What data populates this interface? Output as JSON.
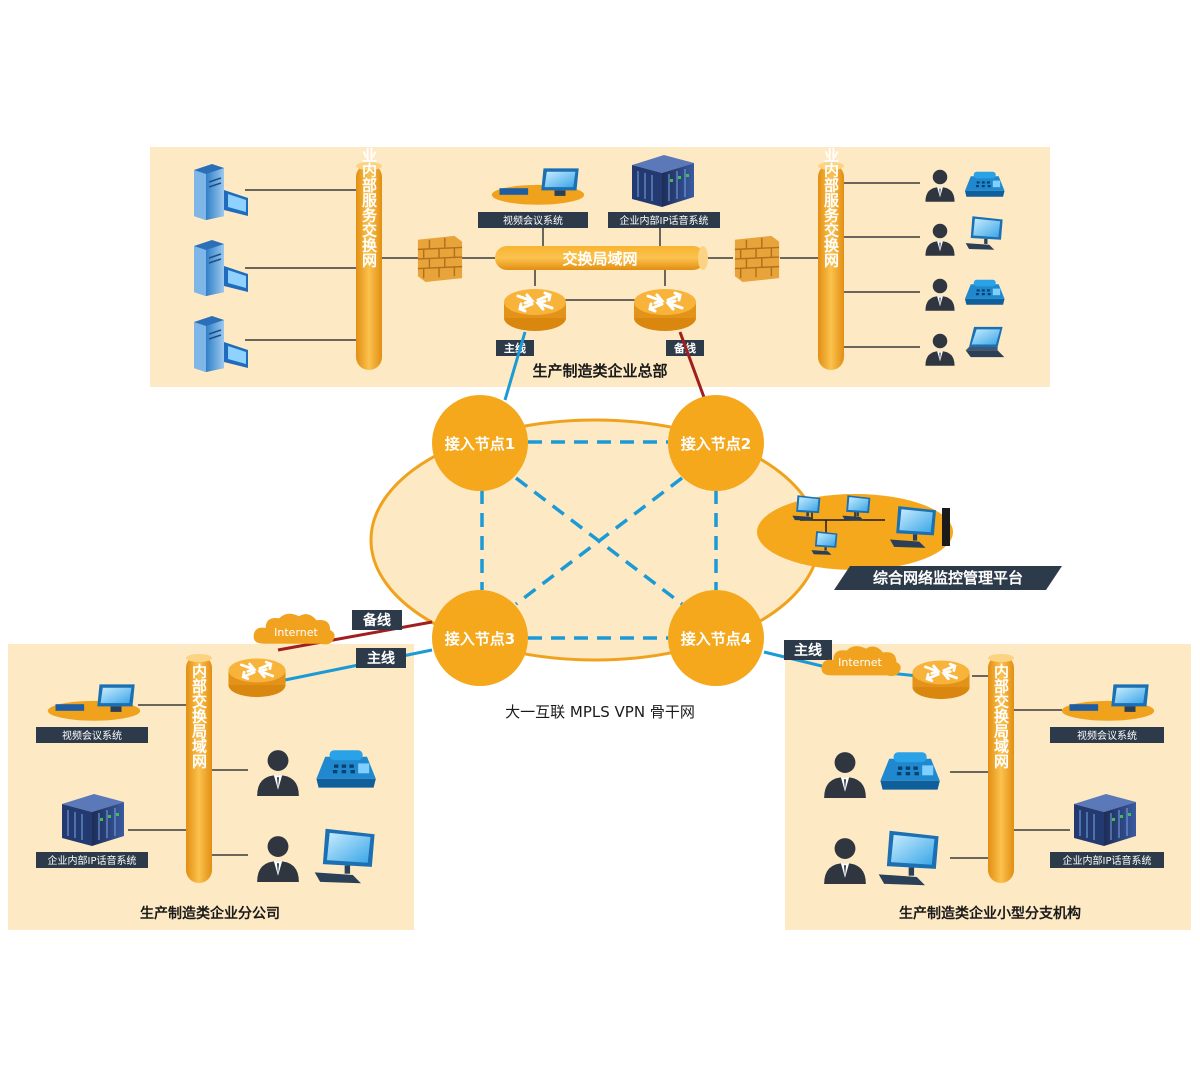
{
  "hq": {
    "title": "生产制造类企业总部",
    "left_bus": "企业内部服务交换网",
    "right_bus": "企业内部服务交换网",
    "lan": "交换局域网",
    "video_conf": "视频会议系统",
    "ip_voice": "企业内部IP话音系统",
    "main_line": "主线",
    "backup_line": "备线"
  },
  "backbone": {
    "label": "大一互联 MPLS VPN 骨干网",
    "nodes": [
      "接入节点1",
      "接入节点2",
      "接入节点3",
      "接入节点4"
    ],
    "monitor": "综合网络监控管理平台"
  },
  "branch": {
    "title": "生产制造类企业分公司",
    "bus": "内部交换局域网",
    "video_conf": "视频会议系统",
    "ip_voice": "企业内部IP话音系统",
    "internet": "Internet",
    "backup_line": "备线",
    "main_line": "主线"
  },
  "small": {
    "title": "生产制造类企业小型分支机构",
    "bus": "内部交换局域网",
    "video_conf": "视频会议系统",
    "ip_voice": "企业内部IP话音系统",
    "internet": "Internet",
    "main_line": "主线"
  },
  "colors": {
    "panel": "#fde9c4",
    "orange": "#f5a81c",
    "blue_line": "#1b9ad6",
    "red_line": "#a01e1e",
    "dark_tag": "#2d3a4a"
  }
}
